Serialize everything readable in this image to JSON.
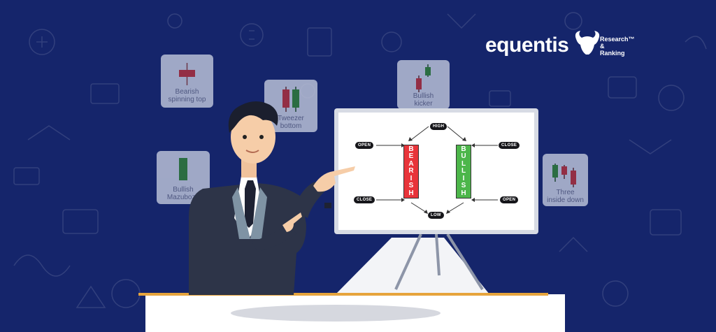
{
  "brand": {
    "name": "equentis",
    "tagline_line1": "Research™",
    "tagline_line2": "&",
    "tagline_line3": "Ranking",
    "color": "#ffffff"
  },
  "cards": [
    {
      "line1": "Bearish",
      "line2": "spinning top"
    },
    {
      "line1": "Tweezer",
      "line2": "bottom"
    },
    {
      "line1": "Bullish",
      "line2": "Mazubozu"
    },
    {
      "line1": "Bullish",
      "line2": "kicker"
    },
    {
      "line1": "Three",
      "line2": "inside down"
    }
  ],
  "board": {
    "high": "HIGH",
    "low": "LOW",
    "open_left": "OPEN",
    "close_left": "CLOSE",
    "close_right": "CLOSE",
    "open_right": "OPEN",
    "bearish": "BEARISH",
    "bullish": "BULLISH"
  },
  "colors": {
    "background": "#15256b",
    "bearish": "#e8343a",
    "bullish": "#4cb64a",
    "floor_line": "#e6a43c"
  }
}
